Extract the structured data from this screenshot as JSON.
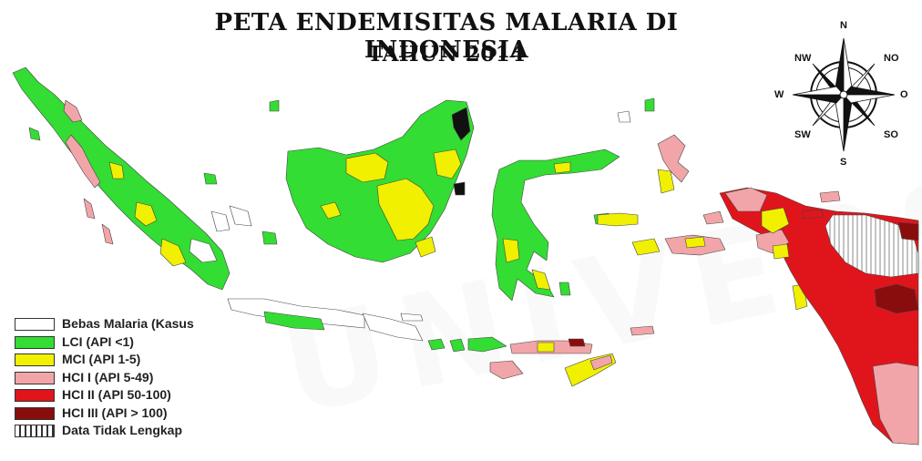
{
  "title": {
    "line1": "PETA ENDEMISITAS MALARIA DI INDONESIA",
    "line2": "TAHUN 2014"
  },
  "watermark": "UNIVERSITAS",
  "legend": [
    {
      "label": "Bebas Malaria (Kasus",
      "color": "#ffffff"
    },
    {
      "label": "LCI (API <1)",
      "color": "#33dd33"
    },
    {
      "label": "MCI (API 1-5)",
      "color": "#f0f000"
    },
    {
      "label": "HCI I (API 5-49)",
      "color": "#f2a5a8"
    },
    {
      "label": "HCI II (API 50-100)",
      "color": "#e0151c"
    },
    {
      "label": "HCI III (API > 100)",
      "color": "#8a0d0d"
    },
    {
      "label": "Data Tidak Lengkap",
      "color": "hatched"
    }
  ],
  "compass": {
    "n": "N",
    "s": "S",
    "w": "W",
    "o": "O",
    "nw": "NW",
    "no": "NO",
    "sw": "SW",
    "so": "SO"
  },
  "colors": {
    "lci": "#33dd33",
    "mci": "#f0f000",
    "hci1": "#f2a5a8",
    "hci2": "#e0151c",
    "hci3": "#8a0d0d",
    "free": "#ffffff",
    "border": "#333333"
  }
}
